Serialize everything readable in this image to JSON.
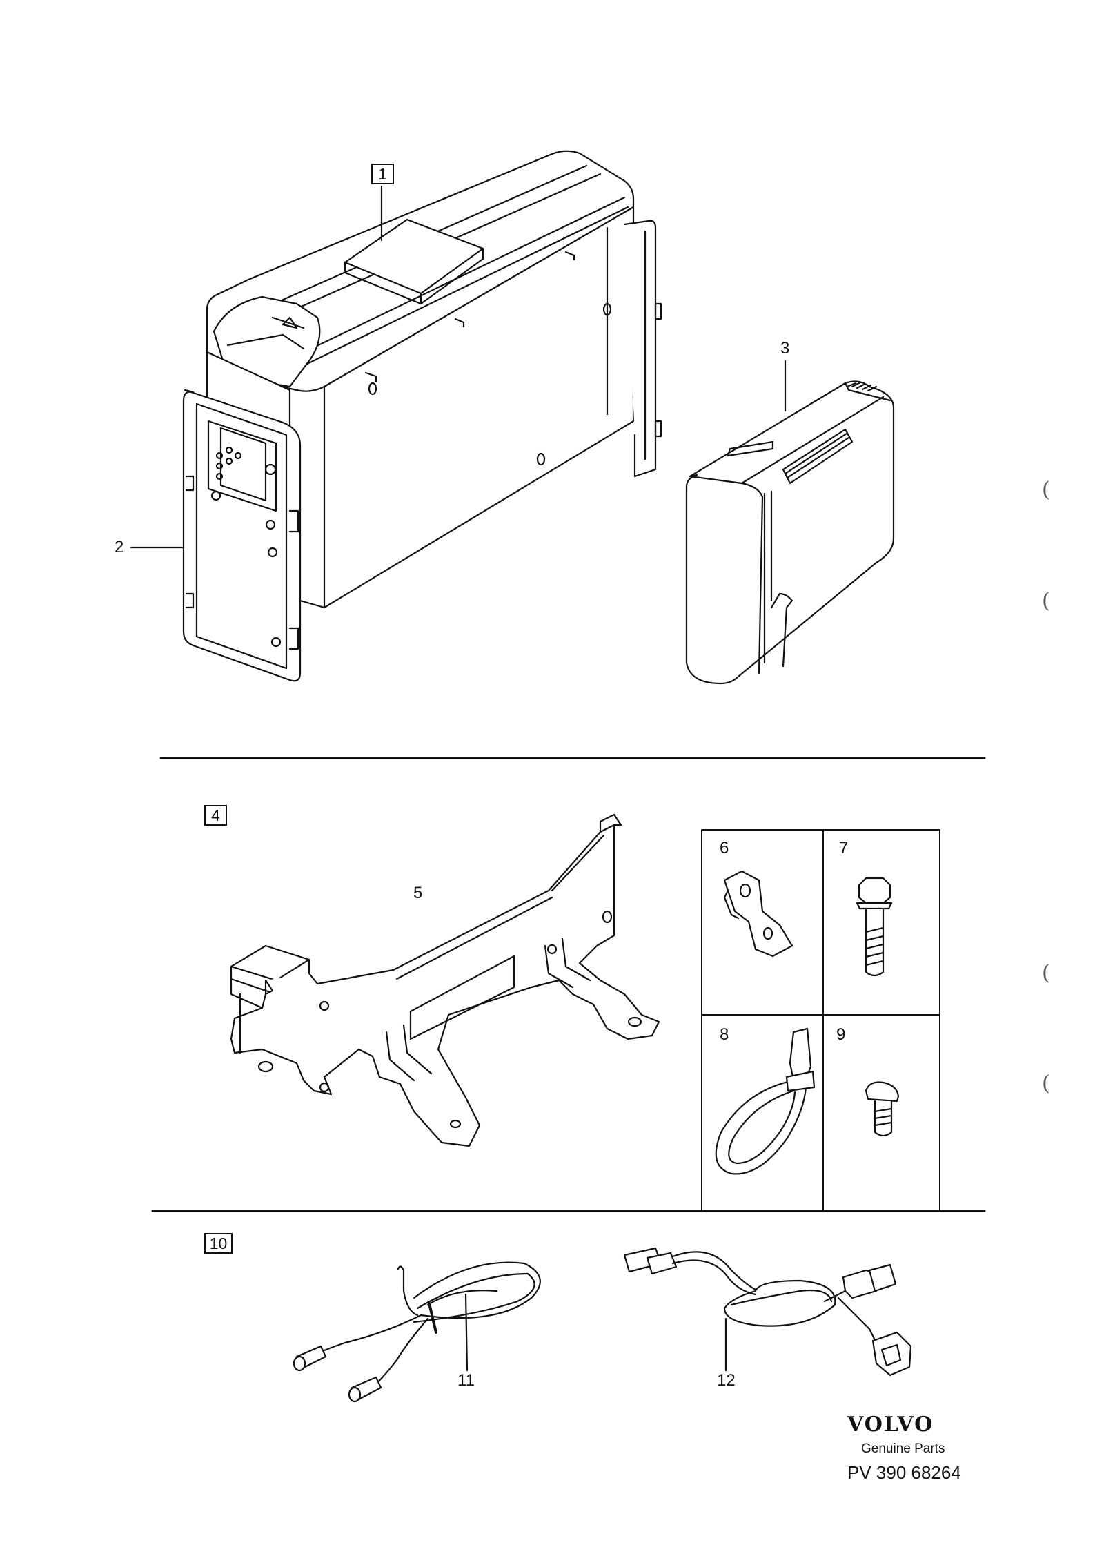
{
  "labels": {
    "l1": "1",
    "l2": "2",
    "l3": "3",
    "l4": "4",
    "l5": "5",
    "l6": "6",
    "l7": "7",
    "l8": "8",
    "l9": "9",
    "l10": "10",
    "l11": "11",
    "l12": "12"
  },
  "brand": {
    "logo_text": "VOLVO",
    "subtitle": "Genuine Parts",
    "code": "PV 390 68264"
  },
  "margin_marks": [
    "(",
    "(",
    "(",
    "("
  ],
  "colors": {
    "line": "#111111",
    "background": "#ffffff"
  }
}
